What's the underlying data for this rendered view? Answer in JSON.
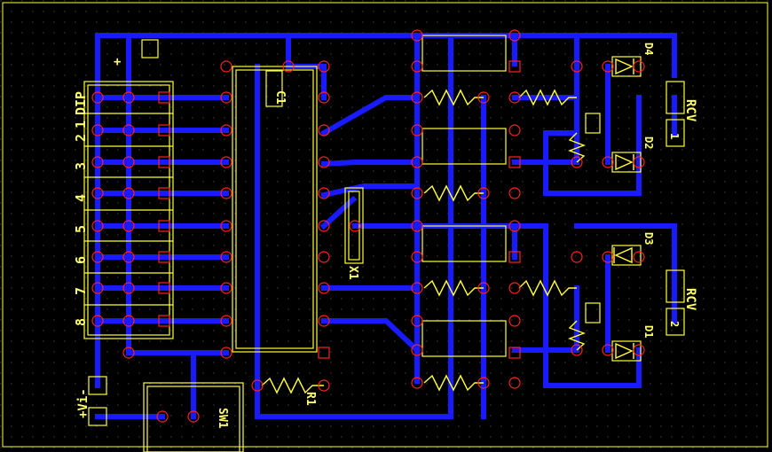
{
  "colors": {
    "background": "#000000",
    "trace": "#1a1aff",
    "silkscreen": "#ffff33",
    "pad_ring": "#ff2020",
    "grid": "#5a5a5a"
  },
  "labels": {
    "dip": "DIP",
    "dip_numbers": [
      "1",
      "2",
      "3",
      "4",
      "5",
      "6",
      "7",
      "8"
    ],
    "power_in": "+Vi-",
    "vin_top_plus": "+",
    "c_label": "C1",
    "x_label": "X1",
    "sw_label": "SW1",
    "r1_label": "R1",
    "rcv_top": "RCV",
    "rcv_bottom": "RCV",
    "d1_label": "D1",
    "d2_label": "D2",
    "d3_label": "D3",
    "d4_label": "D4",
    "rx_tags": [
      "1",
      "2"
    ]
  }
}
